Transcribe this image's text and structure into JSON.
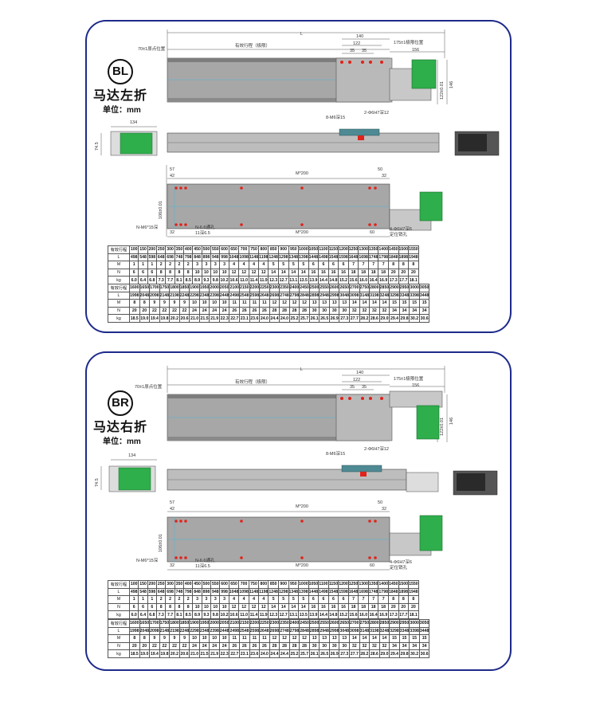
{
  "panels": [
    {
      "badge": "BL",
      "title": "马达左折",
      "unit": "单位：mm",
      "dims": {
        "L": "L",
        "d140": "140",
        "d122": "122",
        "d35a": "35",
        "d35b": "35",
        "d156": "156",
        "origin": "70±1原点位置",
        "stroke": "有效行程（极限）",
        "limit": "175±1极限位置",
        "h122": "122±0.01",
        "h146": "146",
        "w134": "134",
        "h74": "74.5",
        "d57": "57",
        "d42": "42",
        "m200a": "M*200",
        "d50": "50",
        "d32a": "32",
        "h106": "106±0.01",
        "m200b": "M*200",
        "d60": "60",
        "d32b": "32",
        "nhole": "N-M6*15深",
        "hole66": "N-6.6通孔",
        "cbore": "11深6.5",
        "pin": "4-Φ6H7深6",
        "pin2": "定位销孔",
        "side1": "8-M6深15",
        "side2": "2-Φ6H7深12"
      },
      "table1": {
        "header": "有效行程",
        "cols": [
          "100",
          "150",
          "200",
          "250",
          "300",
          "350",
          "400",
          "450",
          "500",
          "550",
          "600",
          "650",
          "700",
          "750",
          "800",
          "850",
          "900",
          "950",
          "1000",
          "1050",
          "1100",
          "1150",
          "1200",
          "1250",
          "1300",
          "1350",
          "1400",
          "1450",
          "1500",
          "1550"
        ],
        "rows": [
          {
            "label": "L",
            "values": [
              "498",
              "548",
              "598",
              "648",
              "698",
              "748",
              "798",
              "848",
              "898",
              "948",
              "998",
              "1048",
              "1098",
              "1148",
              "1198",
              "1248",
              "1298",
              "1348",
              "1398",
              "1448",
              "1498",
              "1548",
              "1598",
              "1648",
              "1698",
              "1748",
              "1798",
              "1848",
              "1898",
              "1948"
            ]
          },
          {
            "label": "M",
            "values": [
              "1",
              "1",
              "1",
              "2",
              "2",
              "2",
              "2",
              "3",
              "3",
              "3",
              "3",
              "4",
              "4",
              "4",
              "4",
              "5",
              "5",
              "5",
              "5",
              "6",
              "6",
              "6",
              "6",
              "7",
              "7",
              "7",
              "7",
              "8",
              "8",
              "8"
            ]
          },
          {
            "label": "N",
            "values": [
              "6",
              "6",
              "6",
              "8",
              "8",
              "8",
              "8",
              "10",
              "10",
              "10",
              "10",
              "12",
              "12",
              "12",
              "12",
              "14",
              "14",
              "14",
              "14",
              "16",
              "16",
              "16",
              "16",
              "18",
              "18",
              "18",
              "18",
              "20",
              "20",
              "20"
            ]
          },
          {
            "label": "kg",
            "values": [
              "6.0",
              "6.4",
              "6.8",
              "7.3",
              "7.7",
              "8.1",
              "8.5",
              "8.9",
              "9.3",
              "9.8",
              "10.2",
              "10.6",
              "11.0",
              "11.4",
              "11.9",
              "12.3",
              "12.7",
              "13.1",
              "13.5",
              "13.9",
              "14.4",
              "14.8",
              "15.2",
              "15.6",
              "16.0",
              "16.4",
              "16.9",
              "17.3",
              "17.7",
              "18.1"
            ]
          }
        ]
      },
      "table2": {
        "header": "有效行程",
        "cols": [
          "1600",
          "1650",
          "1700",
          "1750",
          "1800",
          "1850",
          "1900",
          "1950",
          "2000",
          "2050",
          "2100",
          "2150",
          "2200",
          "2250",
          "2300",
          "2350",
          "2400",
          "2450",
          "2500",
          "2550",
          "2600",
          "2650",
          "2700",
          "2750",
          "2800",
          "2850",
          "2900",
          "2950",
          "3000",
          "3050"
        ],
        "rows": [
          {
            "label": "L",
            "values": [
              "1998",
              "2048",
              "2098",
              "2148",
              "2198",
              "2248",
              "2298",
              "2348",
              "2398",
              "2448",
              "2498",
              "2548",
              "2598",
              "2648",
              "2698",
              "2748",
              "2798",
              "2848",
              "2898",
              "2948",
              "2998",
              "3048",
              "3098",
              "3148",
              "3198",
              "3248",
              "3298",
              "3348",
              "3398",
              "3448"
            ]
          },
          {
            "label": "M",
            "values": [
              "8",
              "8",
              "9",
              "9",
              "9",
              "9",
              "10",
              "10",
              "10",
              "10",
              "11",
              "11",
              "11",
              "11",
              "12",
              "12",
              "12",
              "12",
              "13",
              "13",
              "13",
              "13",
              "14",
              "14",
              "14",
              "14",
              "15",
              "15",
              "15",
              "15"
            ]
          },
          {
            "label": "N",
            "values": [
              "20",
              "20",
              "22",
              "22",
              "22",
              "22",
              "24",
              "24",
              "24",
              "24",
              "26",
              "26",
              "26",
              "26",
              "28",
              "28",
              "28",
              "28",
              "30",
              "30",
              "30",
              "30",
              "32",
              "32",
              "32",
              "32",
              "34",
              "34",
              "34",
              "34"
            ]
          },
          {
            "label": "kg",
            "values": [
              "18.5",
              "19.0",
              "19.4",
              "19.8",
              "20.2",
              "20.6",
              "21.0",
              "21.5",
              "21.9",
              "22.3",
              "22.7",
              "23.1",
              "23.6",
              "24.0",
              "24.4",
              "24.0",
              "25.2",
              "25.7",
              "26.1",
              "26.5",
              "26.9",
              "27.3",
              "27.7",
              "28.2",
              "28.6",
              "29.0",
              "29.4",
              "29.8",
              "30.2",
              "30.6"
            ]
          }
        ]
      }
    },
    {
      "badge": "BR",
      "title": "马达右折",
      "unit": "单位：mm",
      "dims": {
        "L": "L",
        "d140": "140",
        "d122": "122",
        "d35a": "35",
        "d35b": "35",
        "d156": "156",
        "origin": "70±1原点位置",
        "stroke": "有效行程（极限）",
        "limit": "175±1极限位置",
        "h122": "122±0.01",
        "h146": "146",
        "w134": "134",
        "h74": "74.5",
        "d57": "57",
        "d42": "42",
        "m200a": "M*200",
        "d50": "50",
        "d32a": "32",
        "h106": "106±0.01",
        "m200b": "M*200",
        "d60": "60",
        "d32b": "32",
        "nhole": "N-M6*15深",
        "hole66": "N-6.6通孔",
        "cbore": "11深6.5",
        "pin": "4-Φ6H7深6",
        "pin2": "定位销孔",
        "side1": "8-M6深15",
        "side2": "2-Φ6H7深12"
      },
      "table1": {
        "header": "有效行程",
        "cols": [
          "100",
          "150",
          "200",
          "250",
          "300",
          "350",
          "400",
          "450",
          "500",
          "550",
          "600",
          "650",
          "700",
          "750",
          "800",
          "850",
          "900",
          "950",
          "1000",
          "1050",
          "1100",
          "1150",
          "1200",
          "1250",
          "1300",
          "1350",
          "1400",
          "1450",
          "1500",
          "1550"
        ],
        "rows": [
          {
            "label": "L",
            "values": [
              "498",
              "548",
              "598",
              "648",
              "698",
              "748",
              "798",
              "848",
              "898",
              "948",
              "998",
              "1048",
              "1098",
              "1148",
              "1198",
              "1248",
              "1298",
              "1348",
              "1398",
              "1448",
              "1498",
              "1548",
              "1598",
              "1648",
              "1698",
              "1748",
              "1798",
              "1848",
              "1898",
              "1948"
            ]
          },
          {
            "label": "M",
            "values": [
              "1",
              "1",
              "1",
              "2",
              "2",
              "2",
              "2",
              "3",
              "3",
              "3",
              "3",
              "4",
              "4",
              "4",
              "4",
              "5",
              "5",
              "5",
              "5",
              "6",
              "6",
              "6",
              "6",
              "7",
              "7",
              "7",
              "7",
              "8",
              "8",
              "8"
            ]
          },
          {
            "label": "N",
            "values": [
              "6",
              "6",
              "6",
              "8",
              "8",
              "8",
              "8",
              "10",
              "10",
              "10",
              "10",
              "12",
              "12",
              "12",
              "12",
              "14",
              "14",
              "14",
              "14",
              "16",
              "16",
              "16",
              "16",
              "18",
              "18",
              "18",
              "18",
              "20",
              "20",
              "20"
            ]
          },
          {
            "label": "kg",
            "values": [
              "6.0",
              "6.4",
              "6.8",
              "7.3",
              "7.7",
              "8.1",
              "8.5",
              "8.9",
              "9.3",
              "9.8",
              "10.2",
              "10.6",
              "11.0",
              "11.4",
              "11.9",
              "12.3",
              "12.7",
              "13.1",
              "13.5",
              "13.9",
              "14.4",
              "14.8",
              "15.2",
              "15.6",
              "16.0",
              "16.4",
              "16.9",
              "17.3",
              "17.7",
              "18.1"
            ]
          }
        ]
      },
      "table2": {
        "header": "有效行程",
        "cols": [
          "1600",
          "1650",
          "1700",
          "1750",
          "1800",
          "1850",
          "1900",
          "1950",
          "2000",
          "2050",
          "2100",
          "2150",
          "2200",
          "2250",
          "2300",
          "2350",
          "2400",
          "2450",
          "2500",
          "2550",
          "2600",
          "2650",
          "2700",
          "2750",
          "2800",
          "2850",
          "2900",
          "2950",
          "3000",
          "3050"
        ],
        "rows": [
          {
            "label": "L",
            "values": [
              "1998",
              "2048",
              "2098",
              "2148",
              "2198",
              "2248",
              "2298",
              "2348",
              "2398",
              "2448",
              "2498",
              "2548",
              "2598",
              "2648",
              "2698",
              "2748",
              "2798",
              "2848",
              "2898",
              "2948",
              "2998",
              "3048",
              "3098",
              "3148",
              "3198",
              "3248",
              "3298",
              "3348",
              "3398",
              "3448"
            ]
          },
          {
            "label": "M",
            "values": [
              "8",
              "8",
              "9",
              "9",
              "9",
              "9",
              "10",
              "10",
              "10",
              "10",
              "11",
              "11",
              "11",
              "11",
              "12",
              "12",
              "12",
              "12",
              "13",
              "13",
              "13",
              "13",
              "14",
              "14",
              "14",
              "14",
              "15",
              "15",
              "15",
              "15"
            ]
          },
          {
            "label": "N",
            "values": [
              "20",
              "20",
              "22",
              "22",
              "22",
              "22",
              "24",
              "24",
              "24",
              "24",
              "26",
              "26",
              "26",
              "26",
              "28",
              "28",
              "28",
              "28",
              "30",
              "30",
              "30",
              "30",
              "32",
              "32",
              "32",
              "32",
              "34",
              "34",
              "34",
              "34"
            ]
          },
          {
            "label": "kg",
            "values": [
              "18.5",
              "19.0",
              "19.4",
              "19.8",
              "20.2",
              "20.6",
              "21.0",
              "21.5",
              "21.9",
              "22.3",
              "22.7",
              "23.1",
              "23.6",
              "24.0",
              "24.4",
              "24.4",
              "25.2",
              "25.7",
              "26.1",
              "26.5",
              "26.9",
              "27.3",
              "27.7",
              "28.2",
              "28.6",
              "29.0",
              "29.4",
              "29.8",
              "30.2",
              "30.6"
            ]
          }
        ]
      }
    }
  ],
  "colors": {
    "frame": "#1d2a8a",
    "rail": "#a7a7a7",
    "rail_dark": "#7d7d7d",
    "motor": "#2fae4c",
    "marker": "#e0231b",
    "axis": "#4fb6d6",
    "slider": "#4e8a93"
  },
  "icons": [
    "motor-icon",
    "screw-hole-icon"
  ]
}
